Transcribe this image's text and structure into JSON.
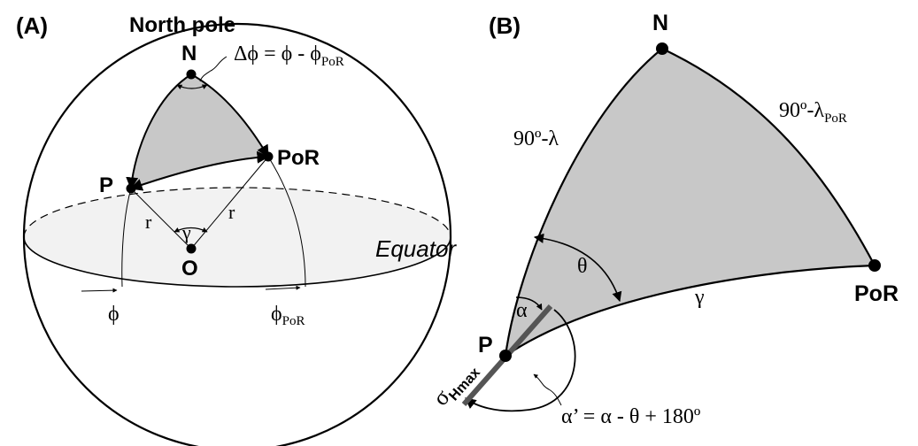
{
  "panel_a": {
    "label": "(A)",
    "north_pole_title": "North pole",
    "point_n": "N",
    "point_p": "P",
    "point_por": "PoR",
    "point_o": "O",
    "delta_phi_lhs": "Δϕ = ϕ - ϕ",
    "delta_phi_sub": "PoR",
    "radius_left": "r",
    "radius_right": "r",
    "gamma": "γ",
    "equator": "Equator",
    "phi": "ϕ",
    "phi_por": "ϕ",
    "phi_por_sub": "PoR"
  },
  "panel_b": {
    "label": "(B)",
    "point_n": "N",
    "point_p": "P",
    "point_por": "PoR",
    "side_np": "90º-λ",
    "side_npor": "90º-λ",
    "side_npor_sub": "PoR",
    "theta": "θ",
    "alpha": "α",
    "gamma": "γ",
    "sigma": "σ",
    "sigma_sub": "Hmax",
    "alpha_prime": "α’ = α - θ + 180º"
  },
  "colors": {
    "triangle_fill": "#c8c8c8",
    "equator_plane": "#f2f2f2",
    "stress_bar": "#555555"
  }
}
